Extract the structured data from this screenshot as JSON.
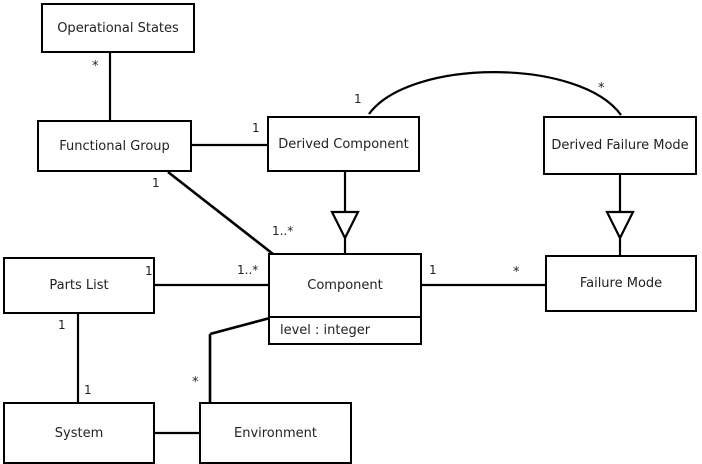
{
  "diagram": {
    "type": "uml-class-diagram",
    "background_color": "#ffffff",
    "line_color": "#000000",
    "text_color": "#222222",
    "classes": [
      {
        "id": "operational-states",
        "name": "Operational States",
        "attributes": []
      },
      {
        "id": "functional-group",
        "name": "Functional Group",
        "attributes": []
      },
      {
        "id": "derived-component",
        "name": "Derived Component",
        "attributes": []
      },
      {
        "id": "derived-failure-mode",
        "name": "Derived Failure Mode",
        "attributes": []
      },
      {
        "id": "parts-list",
        "name": "Parts List",
        "attributes": []
      },
      {
        "id": "component",
        "name": "Component",
        "attributes": [
          "level : integer"
        ]
      },
      {
        "id": "failure-mode",
        "name": "Failure Mode",
        "attributes": []
      },
      {
        "id": "system",
        "name": "System",
        "attributes": []
      },
      {
        "id": "environment",
        "name": "Environment",
        "attributes": []
      }
    ],
    "multiplicities": [
      {
        "id": "opstates-functionalgroup",
        "label": "*"
      },
      {
        "id": "functionalgroup-derivedcomponent",
        "label": "1"
      },
      {
        "id": "functionalgroup-component",
        "label": "1"
      },
      {
        "id": "component-functionalgroup",
        "label": "1..*"
      },
      {
        "id": "derivedcomponent-curve",
        "label": "1"
      },
      {
        "id": "derivedfailuremode-curve",
        "label": "*"
      },
      {
        "id": "partslist-component",
        "label": "1"
      },
      {
        "id": "component-partslist",
        "label": "1..*"
      },
      {
        "id": "component-failuremode",
        "label": "1"
      },
      {
        "id": "failuremode-component",
        "label": "*"
      },
      {
        "id": "partslist-system",
        "label": "1"
      },
      {
        "id": "system-partslist",
        "label": "1"
      },
      {
        "id": "environment-component",
        "label": "*"
      }
    ],
    "relationships": [
      {
        "id": "opstates-to-functionalgroup",
        "kind": "association"
      },
      {
        "id": "functionalgroup-to-derivedcomponent",
        "kind": "association"
      },
      {
        "id": "functionalgroup-to-component",
        "kind": "association"
      },
      {
        "id": "derivedcomponent-to-derivedfailuremode",
        "kind": "association-curved"
      },
      {
        "id": "derivedcomponent-to-component",
        "kind": "generalization"
      },
      {
        "id": "derivedfailuremode-to-failuremode",
        "kind": "generalization"
      },
      {
        "id": "partslist-to-component",
        "kind": "association"
      },
      {
        "id": "component-to-failuremode",
        "kind": "association"
      },
      {
        "id": "partslist-to-system",
        "kind": "association"
      },
      {
        "id": "system-to-environment",
        "kind": "association"
      },
      {
        "id": "environment-to-component",
        "kind": "association"
      }
    ]
  }
}
